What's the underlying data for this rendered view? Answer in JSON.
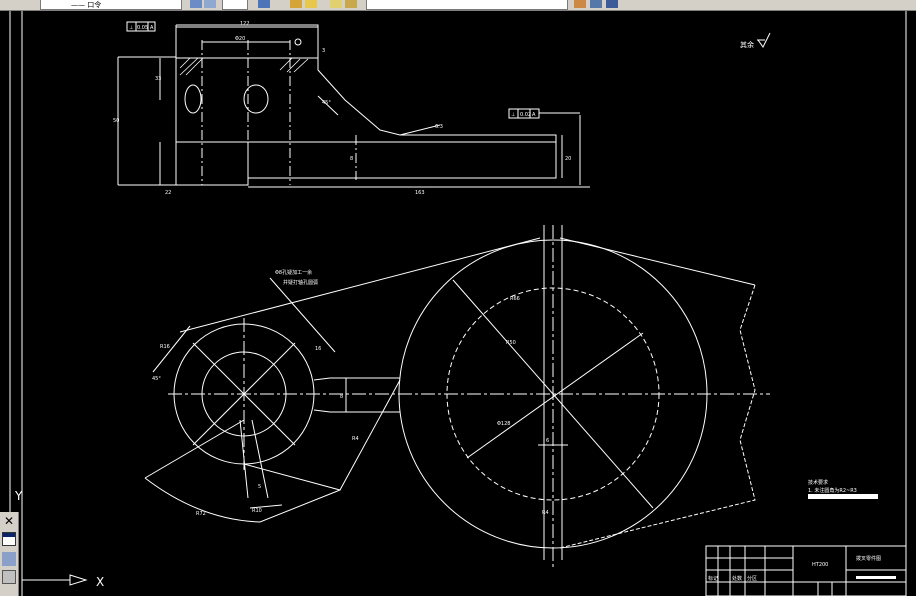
{
  "app": {
    "toolbar": {
      "layer_combo_value": "",
      "layer_combo_partial_text": "—— 口令"
    }
  },
  "drawing": {
    "top_view": {
      "gdt_frame_left": {
        "symbol": "⊥",
        "tolerance": "0.05",
        "datum": "A"
      },
      "gdt_frame_right": {
        "symbol": "⊥",
        "tolerance": "0.02",
        "datum": "A"
      },
      "dim_width_top": "122",
      "dim_bore": "Φ20",
      "dim_height_left": "33",
      "dim_total_height": "50",
      "dim_bottom_left": "22",
      "dim_bottom_total": "163",
      "dim_angle": "45°",
      "dim_section": "6.3",
      "dim_center": "8",
      "dim_right": "20",
      "dim_right_small": "3"
    },
    "roughness_note": "其余",
    "front_view": {
      "note_line1": "Φ8孔疑加工一余",
      "note_line2": "并疑打轴孔圆弧",
      "dim_r_large": "R66",
      "dim_r_inner": "R50",
      "dim_dia_bore": "Φ128",
      "dim_left_r": "R16",
      "dim_left_ang": "45°",
      "dim_slot": "8",
      "dim_offset": "16",
      "dim_bottom_arc": "R72",
      "dim_bottom": "R10",
      "dim_small": "5",
      "dim_width": "6",
      "dim_rot": "R4"
    },
    "tech_req": {
      "title": "技术要求",
      "line1": "1. 未注圆角为R2~R3"
    },
    "title_block": {
      "material": "HT200",
      "part_name": "拨叉零件图",
      "school": "",
      "row_labels": [
        "标记",
        "处数",
        "分区"
      ]
    },
    "ucs": {
      "x_label": "X",
      "y_label": "Y"
    }
  },
  "colors": {
    "background": "#000000",
    "line": "#ffffff",
    "toolbar": "#d4d0c8"
  }
}
